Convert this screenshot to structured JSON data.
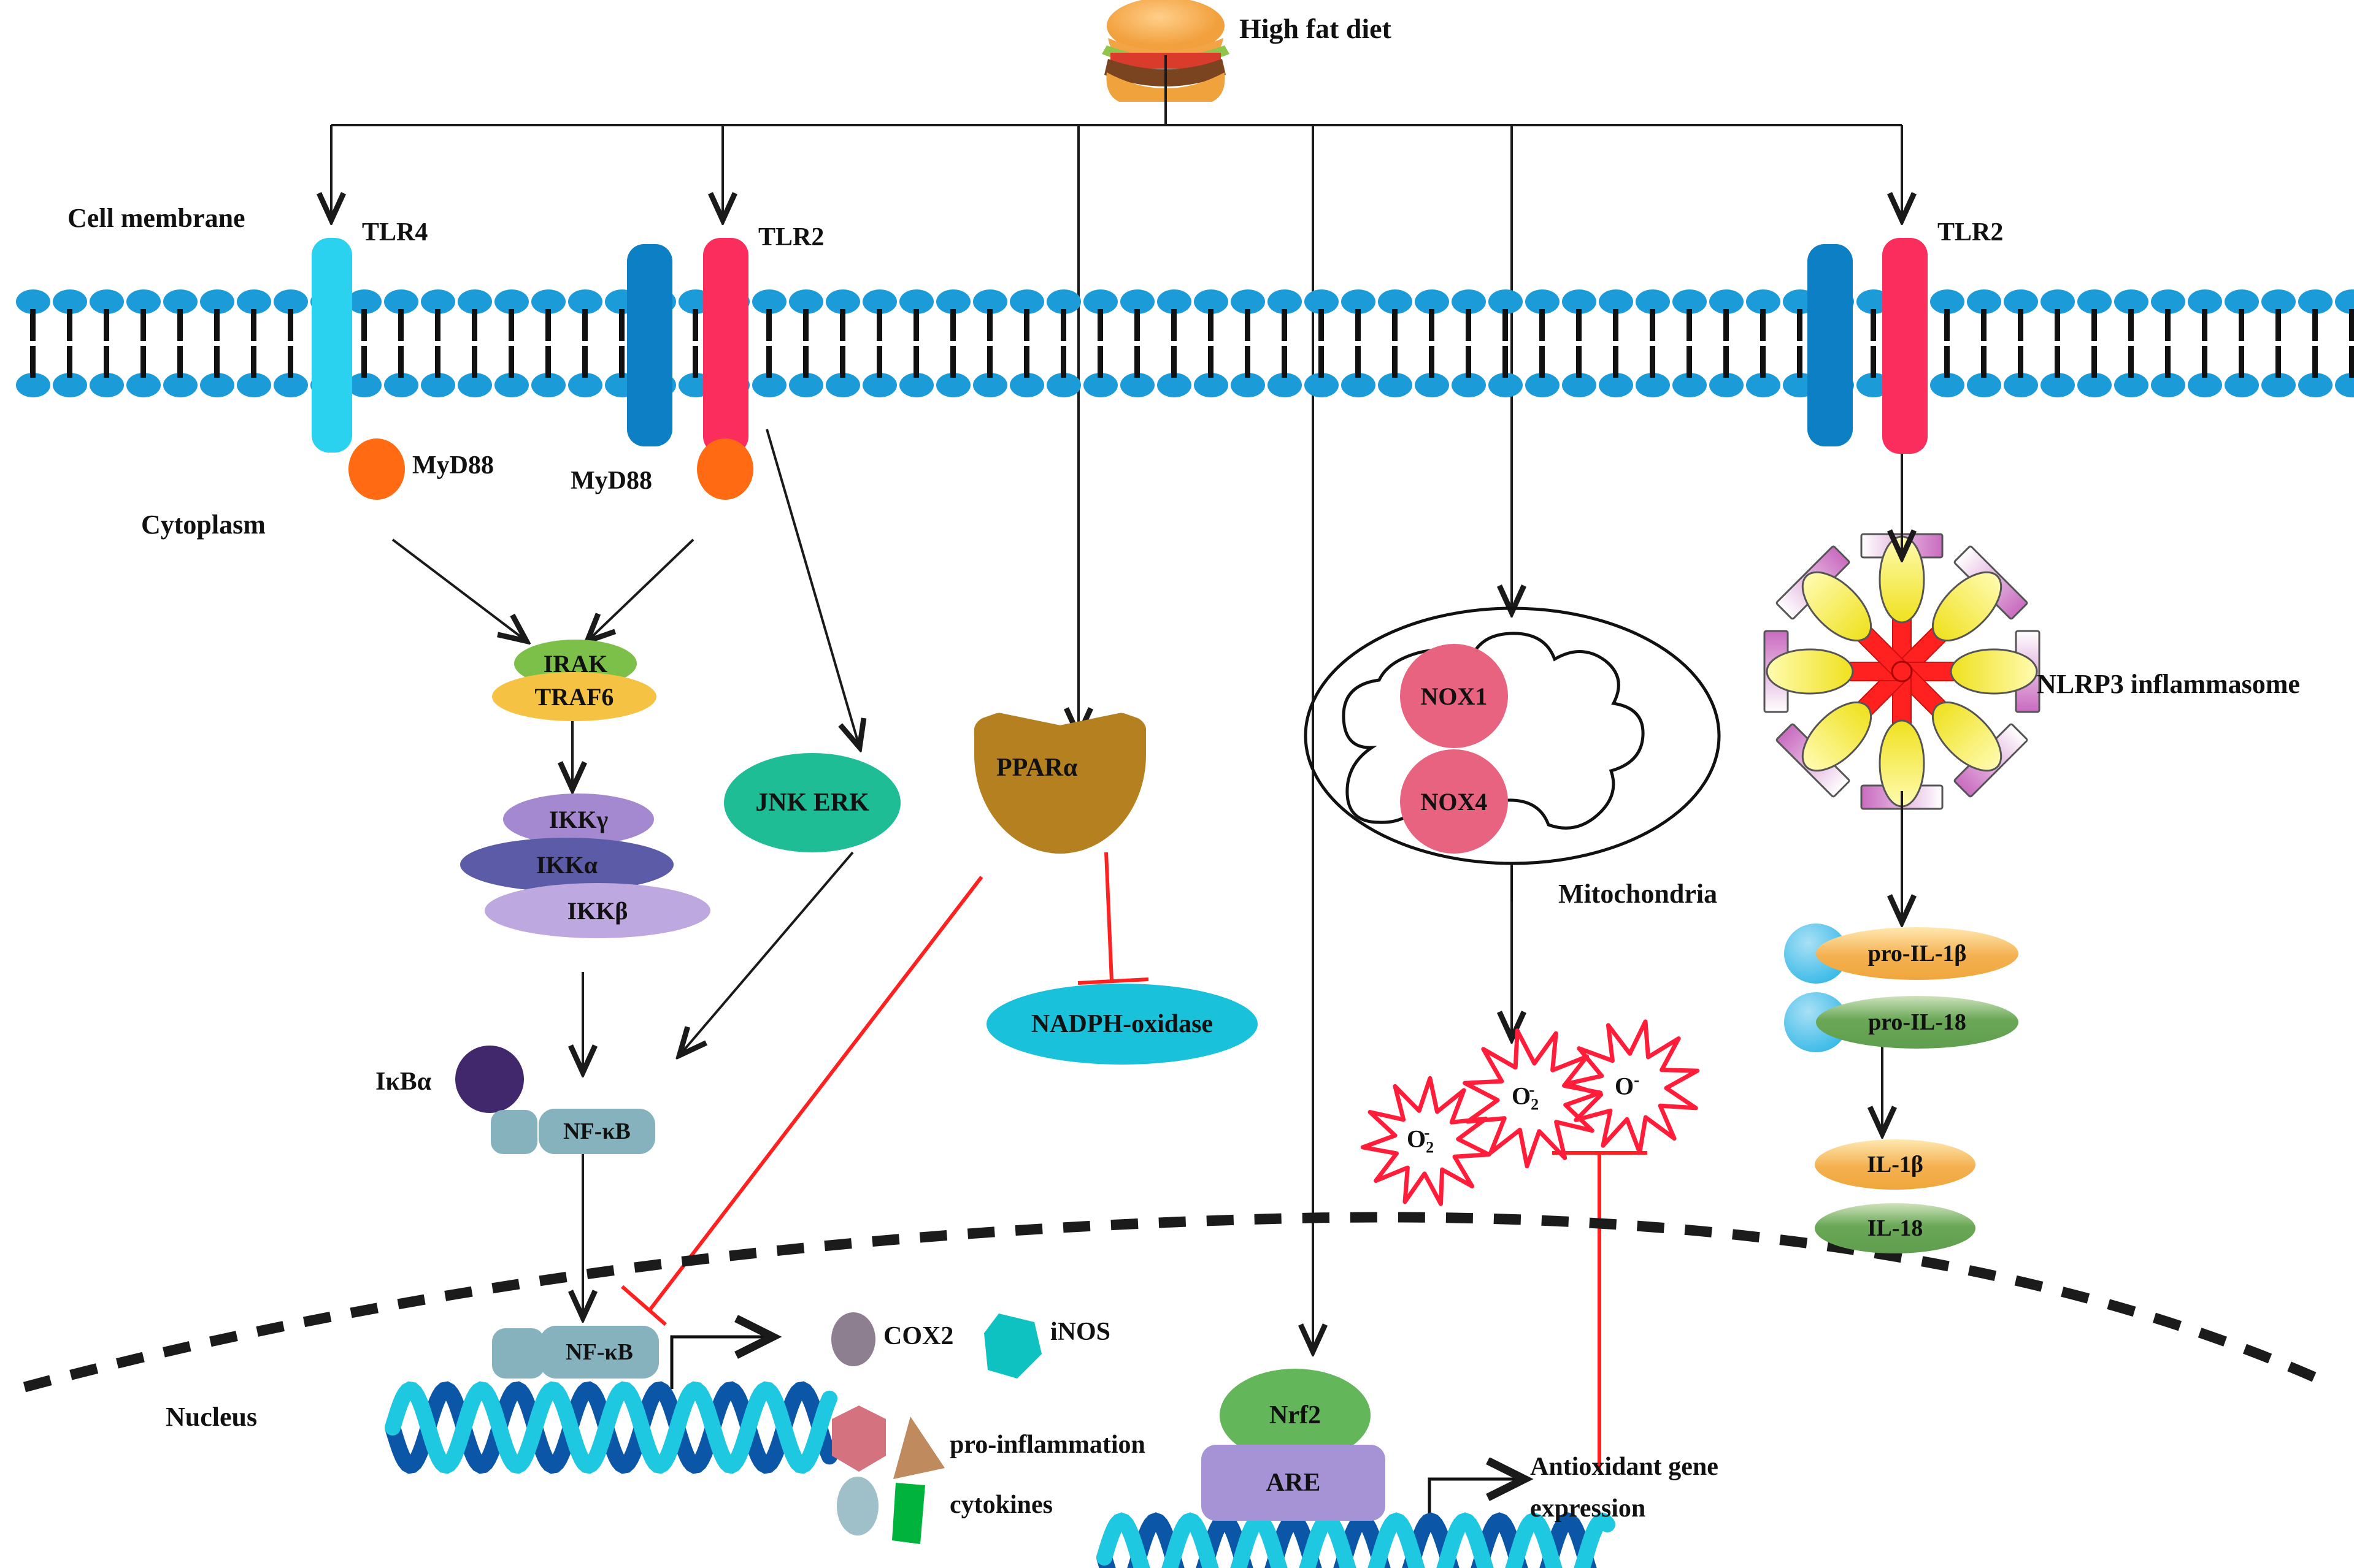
{
  "title": "High fat diet TLR / NF-kB / Nrf2 inflammatory signalling pathway",
  "stimulus": {
    "label": "High fat diet",
    "icon": "burger-icon"
  },
  "compartments": {
    "membrane_label": "Cell membrane",
    "cytoplasm_label": "Cytoplasm",
    "nucleus_label": "Nucleus"
  },
  "receptors": [
    {
      "id": "tlr4",
      "label": "TLR4",
      "color": "#2ad2f0"
    },
    {
      "id": "tlr2_left_blue",
      "label": "",
      "color": "#0d7fc4"
    },
    {
      "id": "tlr2_left",
      "label": "TLR2",
      "color": "#fa2d5c"
    },
    {
      "id": "tlr2_right_blue",
      "label": "",
      "color": "#0d7fc4"
    },
    {
      "id": "tlr2_right",
      "label": "TLR2",
      "color": "#fa2d5c"
    }
  ],
  "adaptors": [
    {
      "id": "myd88_left",
      "label": "MyD88",
      "color": "#ff6a13"
    },
    {
      "id": "myd88_right",
      "label": "MyD88",
      "color": "#ff6a13"
    }
  ],
  "cytoplasm_nodes": [
    {
      "id": "irak",
      "label": "IRAK",
      "color": "#7cc04a"
    },
    {
      "id": "traf6",
      "label": "TRAF6",
      "color": "#f5c243"
    },
    {
      "id": "ikkg",
      "label": "IKKγ",
      "color": "#a589d0"
    },
    {
      "id": "ikka",
      "label": "IKKα",
      "color": "#5c5ba8"
    },
    {
      "id": "ikkb",
      "label": "IKKβ",
      "color": "#bda8e0"
    },
    {
      "id": "ikba",
      "label": "IκBα",
      "color": "#41276b"
    },
    {
      "id": "nfkb_cyto",
      "label": "NF-κB",
      "color": "#85b2bc"
    },
    {
      "id": "jnkerk",
      "label": "JNK ERK",
      "color": "#1ebd95"
    },
    {
      "id": "ppara",
      "label": "PPARα",
      "color": "#b5801f"
    },
    {
      "id": "nadph",
      "label": "NADPH-oxidase",
      "color": "#19c2da"
    }
  ],
  "mitochondria": {
    "label": "Mitochondria",
    "nox": [
      {
        "id": "nox1",
        "label": "NOX1",
        "color": "#e8637f"
      },
      {
        "id": "nox4",
        "label": "NOX4",
        "color": "#e8637f"
      }
    ]
  },
  "ros": {
    "color": "#ff1d3a",
    "items": [
      {
        "id": "ros1",
        "label": "O",
        "sub": "2",
        "sup": "-"
      },
      {
        "id": "ros2",
        "label": "O",
        "sub": "2",
        "sup": "-"
      },
      {
        "id": "ros3",
        "label": "O",
        "sub": "",
        "sup": "-"
      }
    ]
  },
  "inflammasome": {
    "label": "NLRP3 inflammasome",
    "spoke_color": "#ff2020",
    "blade_color": "#f2e830",
    "plate_color": "#cc7ac4"
  },
  "cytokine_chain": [
    {
      "id": "pro_il1b",
      "label": "pro-IL-1β",
      "color": "#f4b050",
      "cap_color": "#33b7e8"
    },
    {
      "id": "pro_il18",
      "label": "pro-IL-18",
      "color": "#6aa857",
      "cap_color": "#33b7e8"
    },
    {
      "id": "il1b",
      "label": "IL-1β",
      "color": "#f4b050",
      "cap_color": ""
    },
    {
      "id": "il18",
      "label": "IL-18",
      "color": "#6aa857",
      "cap_color": ""
    }
  ],
  "nucleus": {
    "nfkb": {
      "label": "NF-κB",
      "color": "#85b2bc"
    },
    "nrf2": {
      "label": "Nrf2",
      "color": "#63b65a"
    },
    "are": {
      "label": "ARE",
      "color": "#a593d6"
    },
    "antioxidant_text_line1": "Antioxidant gene",
    "antioxidant_text_line2": "expression"
  },
  "legend": [
    {
      "id": "cox2",
      "label": "COX2",
      "shape": "ellipse",
      "color": "#8d7f8f"
    },
    {
      "id": "inos",
      "label": "iNOS",
      "shape": "pentagon",
      "color": "#0fc2c2"
    },
    {
      "id": "pro_inflammation",
      "label": "pro-inflammation",
      "shape": "group",
      "color": "#d4737f"
    },
    {
      "id": "cytokines",
      "label": "cytokines",
      "shape": "group",
      "color": "#00b33c"
    }
  ],
  "dna": {
    "strand_a": "#0b56a6",
    "strand_b": "#1ec8e0"
  },
  "colors": {
    "membrane_head": "#1b9cd8",
    "tail": "#111111",
    "arrow": "#1a1a1a",
    "inhibit": "#ff2020"
  }
}
